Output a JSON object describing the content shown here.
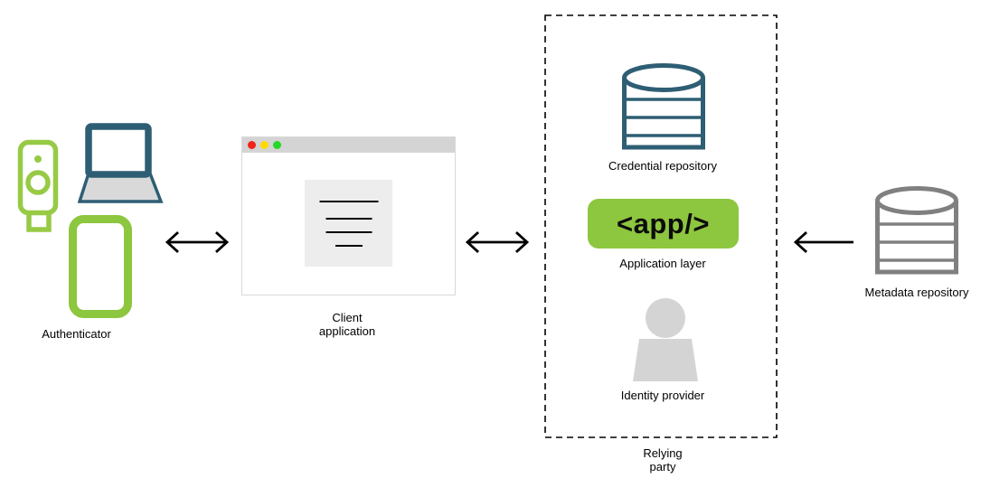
{
  "colors": {
    "green": "#8dc63f",
    "key_green": "#97ca45",
    "teal": "#2e5e73",
    "db_gray": "#808080",
    "person_gray": "#d4d4d4",
    "titlebar_gray": "#d4d4d4",
    "window_border": "#d9d9d9",
    "doc_gray": "#ededed",
    "deck_gray": "#d9d9d9",
    "dot_red": "#f0251a",
    "dot_yellow": "#ffd900",
    "dot_green": "#27d827",
    "ink": "#000000"
  },
  "nodes": {
    "authenticator": {
      "label": "Authenticator"
    },
    "client_application": {
      "label": "Client application"
    },
    "credential_repository": {
      "label": "Credential repository"
    },
    "application_layer": {
      "label": "Application layer",
      "box_text": "<app/>"
    },
    "identity_provider": {
      "label": "Identity provider"
    },
    "relying_party": {
      "label": "Relying party"
    },
    "metadata_repository": {
      "label": "Metadata repository"
    }
  },
  "edges": [
    {
      "from": "authenticator",
      "to": "client_application",
      "direction": "bidirectional"
    },
    {
      "from": "client_application",
      "to": "relying_party",
      "direction": "bidirectional"
    },
    {
      "from": "metadata_repository",
      "to": "relying_party",
      "direction": "unidirectional"
    }
  ]
}
